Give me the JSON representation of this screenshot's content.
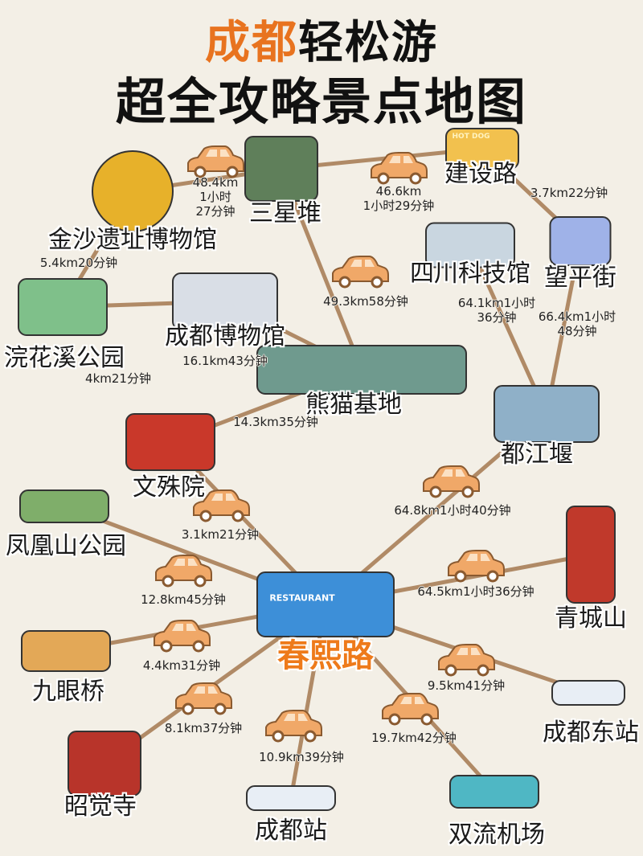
{
  "title": {
    "accent": "成都",
    "line1_rest": "轻松游",
    "line2": "超全攻略景点地图"
  },
  "colors": {
    "accent": "#ee7a1a",
    "road": "#b08a66",
    "car": "#f0a868",
    "background": "#f3efe6"
  },
  "signs": {
    "restaurant": "RESTAURANT",
    "hot_dog": "HOT DOG"
  },
  "places": [
    {
      "name": "三星堆"
    },
    {
      "name": "建设路"
    },
    {
      "name": "金沙遗址博物馆"
    },
    {
      "name": "望平街"
    },
    {
      "name": "四川科技馆"
    },
    {
      "name": "成都博物馆"
    },
    {
      "name": "浣花溪公园"
    },
    {
      "name": "熊猫基地"
    },
    {
      "name": "都江堰"
    },
    {
      "name": "文殊院"
    },
    {
      "name": "凤凰山公园"
    },
    {
      "name": "春熙路"
    },
    {
      "name": "青城山"
    },
    {
      "name": "九眼桥"
    },
    {
      "name": "成都东站"
    },
    {
      "name": "昭觉寺"
    },
    {
      "name": "成都站"
    },
    {
      "name": "双流机场"
    }
  ],
  "routes": [
    {
      "label": "48.4km\n1小时\n27分钟"
    },
    {
      "label": "46.6km\n1小时29分钟"
    },
    {
      "label": "3.7km22分钟"
    },
    {
      "label": "5.4km20分钟"
    },
    {
      "label": "49.3km58分钟"
    },
    {
      "label": "64.1km1小时\n36分钟"
    },
    {
      "label": "66.4km1小时\n48分钟"
    },
    {
      "label": "16.1km43分钟"
    },
    {
      "label": "4km21分钟"
    },
    {
      "label": "14.3km35分钟"
    },
    {
      "label": "3.1km21分钟"
    },
    {
      "label": "64.8km1小时40分钟"
    },
    {
      "label": "12.8km45分钟"
    },
    {
      "label": "64.5km1小时36分钟"
    },
    {
      "label": "4.4km31分钟"
    },
    {
      "label": "9.5km41分钟"
    },
    {
      "label": "8.1km37分钟"
    },
    {
      "label": "19.7km42分钟"
    },
    {
      "label": "10.9km39分钟"
    }
  ]
}
